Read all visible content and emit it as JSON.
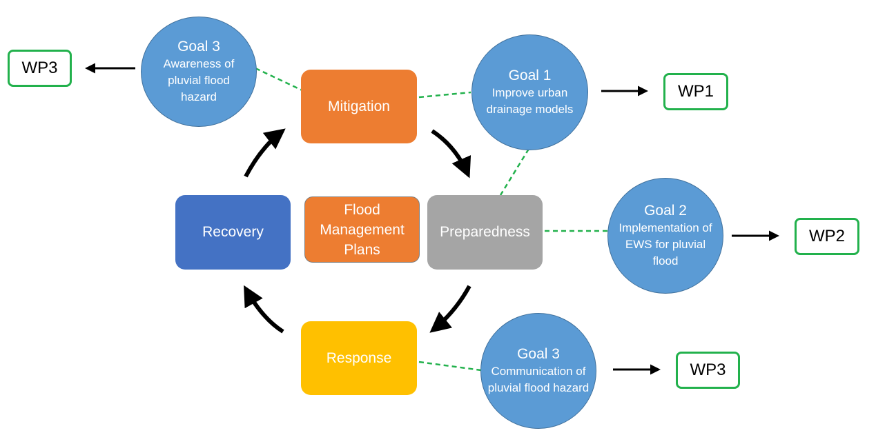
{
  "stages": {
    "mitigation": "Mitigation",
    "preparedness": "Preparedness",
    "response": "Response",
    "recovery": "Recovery",
    "plans": "Flood Management Plans"
  },
  "goals": {
    "goal3_awareness": {
      "title": "Goal 3",
      "desc": "Awareness of pluvial flood hazard"
    },
    "goal1": {
      "title": "Goal 1",
      "desc": "Improve urban drainage models"
    },
    "goal2": {
      "title": "Goal 2",
      "desc": "Implementation of EWS for pluvial flood"
    },
    "goal3_communication": {
      "title": "Goal 3",
      "desc": "Communication of pluvial flood hazard"
    }
  },
  "work_packages": {
    "wp3_top": "WP3",
    "wp1": "WP1",
    "wp2": "WP2",
    "wp3_bottom": "WP3"
  },
  "colors": {
    "mitigation": "#ed7d31",
    "preparedness": "#a5a5a5",
    "response": "#ffc000",
    "recovery": "#4472c4",
    "plans": "#ed7d31",
    "goal": "#5b9bd5",
    "wp_border": "#22b14c",
    "connector": "#22b14c"
  }
}
